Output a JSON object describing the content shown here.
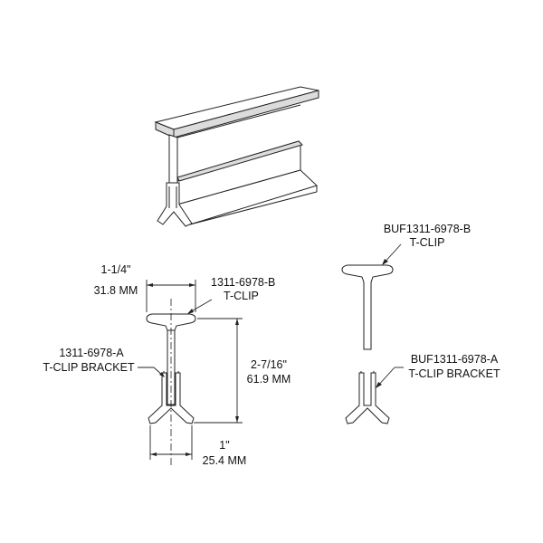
{
  "labels": {
    "left_width_dim": [
      "1-1/4\"",
      "31.8 MM"
    ],
    "left_clip": [
      "1311-6978-B",
      "T-CLIP"
    ],
    "left_bracket": [
      "1311-6978-A",
      "T-CLIP BRACKET"
    ],
    "height_dim": [
      "2-7/16\"",
      "61.9 MM"
    ],
    "base_dim": [
      "1\"",
      "25.4 MM"
    ],
    "right_clip": [
      "BUF1311-6978-B",
      "T-CLIP"
    ],
    "right_bracket": [
      "BUF1311-6978-A",
      "T-CLIP BRACKET"
    ]
  },
  "colors": {
    "line": "#222222",
    "shade": "#dcdcdc",
    "background": "#ffffff"
  }
}
